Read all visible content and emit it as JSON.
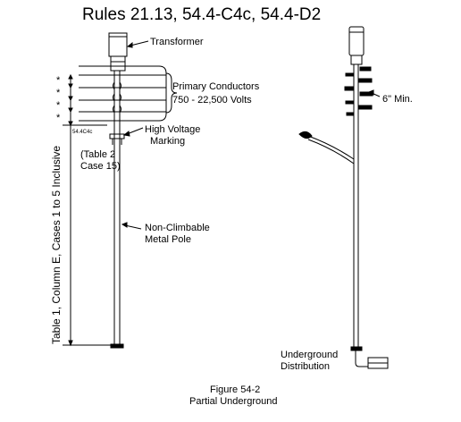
{
  "title": "Rules 21.13, 54.4-C4c, 54.4-D2",
  "labels": {
    "transformer": "Transformer",
    "primary_line1": "Primary Conductors",
    "primary_line2": "750 - 22,500 Volts",
    "hv_line1": "High Voltage",
    "hv_line2": "Marking",
    "table2_line1": "(Table 2",
    "table2_line2": "Case 15)",
    "pole_line1": "Non-Climbable",
    "pole_line2": "Metal Pole",
    "rule_tag": "54.4C4c",
    "clearance_mark": "*",
    "vertical": "Table 1, Column E, Cases 1 to 5 Inclusive",
    "min_spacing": "6\" Min.",
    "ug_line1": "Underground",
    "ug_line2": "Distribution"
  },
  "caption": {
    "line1": "Figure 54-2",
    "line2": "Partial Underground"
  }
}
